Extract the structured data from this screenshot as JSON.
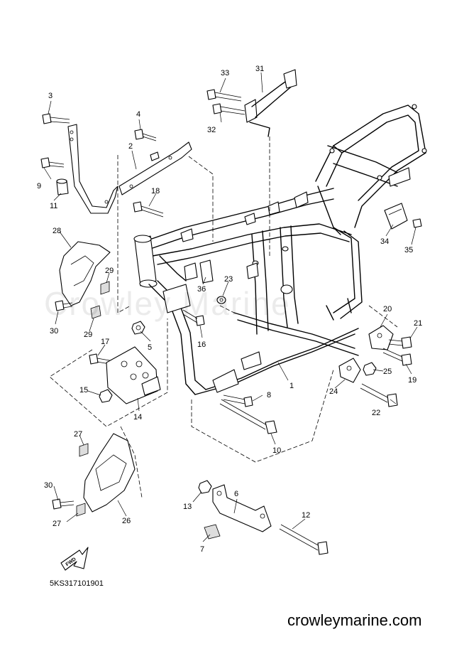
{
  "diagram": {
    "code": "5KS317101901",
    "watermark": "Crowley Marine",
    "footer_url": "crowleymarine.com",
    "fwd_arrow_text": "FWD"
  },
  "labels": [
    {
      "id": "1",
      "text": "1"
    },
    {
      "id": "2",
      "text": "2"
    },
    {
      "id": "3",
      "text": "3"
    },
    {
      "id": "4",
      "text": "4"
    },
    {
      "id": "5",
      "text": "5"
    },
    {
      "id": "6",
      "text": "6"
    },
    {
      "id": "7",
      "text": "7"
    },
    {
      "id": "8",
      "text": "8"
    },
    {
      "id": "9",
      "text": "9"
    },
    {
      "id": "10",
      "text": "10"
    },
    {
      "id": "11",
      "text": "11"
    },
    {
      "id": "12",
      "text": "12"
    },
    {
      "id": "13",
      "text": "13"
    },
    {
      "id": "14",
      "text": "14"
    },
    {
      "id": "15",
      "text": "15"
    },
    {
      "id": "16",
      "text": "16"
    },
    {
      "id": "17",
      "text": "17"
    },
    {
      "id": "18",
      "text": "18"
    },
    {
      "id": "19",
      "text": "19"
    },
    {
      "id": "20",
      "text": "20"
    },
    {
      "id": "21",
      "text": "21"
    },
    {
      "id": "22",
      "text": "22"
    },
    {
      "id": "23",
      "text": "23"
    },
    {
      "id": "24",
      "text": "24"
    },
    {
      "id": "25",
      "text": "25"
    },
    {
      "id": "26",
      "text": "26"
    },
    {
      "id": "27a",
      "text": "27"
    },
    {
      "id": "27b",
      "text": "27"
    },
    {
      "id": "28",
      "text": "28"
    },
    {
      "id": "29a",
      "text": "29"
    },
    {
      "id": "29b",
      "text": "29"
    },
    {
      "id": "30a",
      "text": "30"
    },
    {
      "id": "30b",
      "text": "30"
    },
    {
      "id": "31",
      "text": "31"
    },
    {
      "id": "32",
      "text": "32"
    },
    {
      "id": "33",
      "text": "33"
    },
    {
      "id": "34",
      "text": "34"
    },
    {
      "id": "35",
      "text": "35"
    },
    {
      "id": "36",
      "text": "36"
    }
  ]
}
